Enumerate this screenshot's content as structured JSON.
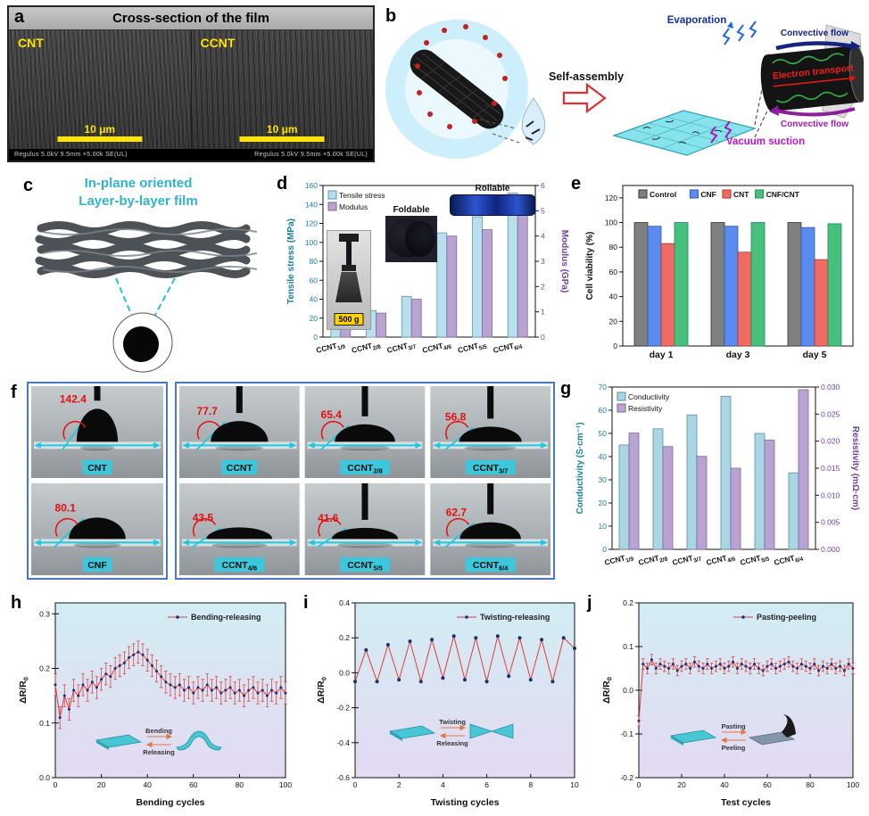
{
  "panel_labels": {
    "a": "a",
    "b": "b",
    "c": "c",
    "d": "d",
    "e": "e",
    "f": "f",
    "g": "g",
    "h": "h",
    "i": "i",
    "j": "j"
  },
  "panels": {
    "a": {
      "title": "Cross-section of the film",
      "left_label": "CNT",
      "right_label": "CCNT",
      "scale_left": "10 μm",
      "scale_right": "10 μm",
      "meta_left": "Regulus 5.0kV 9.5mm ×5.00k SE(UL)",
      "meta_right": "Regulus 5.0kV 9.5mm ×5.00k SE(UL)"
    },
    "b": {
      "self_assembly": "Self-assembly",
      "evaporation": "Evaporation",
      "convective_top": "Convective flow",
      "electron_transport": "Electron transport",
      "convective_bottom": "Convective flow",
      "vacuum_suction": "Vacuum suction"
    },
    "c": {
      "title_line1": "In-plane oriented",
      "title_line2": "Layer-by-layer film"
    },
    "d_insets": {
      "foldable": "Foldable",
      "rollable": "Rollable",
      "weight": "500 g"
    },
    "f": {
      "cells_left": [
        {
          "label": "CNT",
          "sub": "",
          "angle": "142.4",
          "needle": true
        },
        {
          "label": "CNF",
          "sub": "",
          "angle": "80.1",
          "needle": false
        }
      ],
      "cells_right": [
        {
          "label": "CCNT",
          "sub": "",
          "angle": "77.7",
          "needle": true
        },
        {
          "label": "CCNT",
          "sub": "2/8",
          "angle": "65.4",
          "needle": true
        },
        {
          "label": "CCNT",
          "sub": "3/7",
          "angle": "56.8",
          "needle": true
        },
        {
          "label": "CCNT",
          "sub": "4/6",
          "angle": "43.5",
          "needle": false
        },
        {
          "label": "CCNT",
          "sub": "5/5",
          "angle": "41.6",
          "needle": true
        },
        {
          "label": "CCNT",
          "sub": "6/4",
          "angle": "62.7",
          "needle": true
        }
      ]
    }
  },
  "chart_data": [
    {
      "id": "d",
      "type": "bar",
      "categories": [
        {
          "base": "CCNT",
          "sub": "1/9"
        },
        {
          "base": "CCNT",
          "sub": "2/8"
        },
        {
          "base": "CCNT",
          "sub": "3/7"
        },
        {
          "base": "CCNT",
          "sub": "4/6"
        },
        {
          "base": "CCNT",
          "sub": "5/5"
        },
        {
          "base": "CCNT",
          "sub": "6/4"
        }
      ],
      "series": [
        {
          "name": "Tensile stress",
          "axis": "left",
          "color": "#b7e0ec",
          "edge": "#5d96ad",
          "values": [
            15,
            28,
            43,
            110,
            127,
            152
          ]
        },
        {
          "name": "Modulus",
          "axis": "right",
          "color": "#b9a3d0",
          "edge": "#7e66a0",
          "values": [
            0.55,
            0.95,
            1.5,
            4.0,
            4.25,
            5.5
          ]
        }
      ],
      "left_axis": {
        "label": "Tensile stress (MPa)",
        "min": 0,
        "max": 160,
        "step": 20,
        "decimals": 0,
        "color": "#17809c"
      },
      "right_axis": {
        "label": "Modulus (GPa)",
        "min": 0,
        "max": 6,
        "step": 1,
        "decimals": 0,
        "color": "#6e3fa3"
      }
    },
    {
      "id": "e",
      "type": "bar",
      "categories": [
        "day 1",
        "day 3",
        "day 5"
      ],
      "series": [
        {
          "name": "Control",
          "color": "#808080",
          "edge": "#333333",
          "values": [
            100,
            100,
            100
          ]
        },
        {
          "name": "CNF",
          "color": "#5b8bee",
          "edge": "#2d55b0",
          "values": [
            97,
            97,
            96
          ]
        },
        {
          "name": "CNT",
          "color": "#ef6b63",
          "edge": "#b03028",
          "values": [
            83,
            76,
            70
          ]
        },
        {
          "name": "CNF/CNT",
          "color": "#46c07c",
          "edge": "#1d8c50",
          "values": [
            100,
            100,
            99
          ]
        }
      ],
      "left_axis": {
        "label": "Cell viability (%)",
        "min": 0,
        "max": 130,
        "ticks": [
          0,
          20,
          40,
          60,
          80,
          100,
          120
        ],
        "decimals": 0,
        "color": "#111111"
      }
    },
    {
      "id": "g",
      "type": "bar",
      "categories": [
        {
          "base": "CCNT",
          "sub": "1/9"
        },
        {
          "base": "CCNT",
          "sub": "2/8"
        },
        {
          "base": "CCNT",
          "sub": "3/7"
        },
        {
          "base": "CCNT",
          "sub": "4/6"
        },
        {
          "base": "CCNT",
          "sub": "5/5"
        },
        {
          "base": "CCNT",
          "sub": "6/4"
        }
      ],
      "series": [
        {
          "name": "Conductivity",
          "axis": "left",
          "color": "#a9d6e2",
          "edge": "#5a8fa5",
          "values": [
            45,
            52,
            58,
            66,
            50,
            33
          ]
        },
        {
          "name": "Resistivity",
          "axis": "right",
          "color": "#b9a3d0",
          "edge": "#7e66a0",
          "values": [
            0.0215,
            0.019,
            0.0172,
            0.015,
            0.0202,
            0.0295
          ]
        }
      ],
      "left_axis": {
        "label": "Conductivity (S·cm⁻¹)",
        "min": 0,
        "max": 70,
        "step": 10,
        "decimals": 0,
        "color": "#17809c"
      },
      "right_axis": {
        "label": "Resistivity (mΩ·cm)",
        "min": 0,
        "max": 0.03,
        "step": 0.005,
        "decimals": 3,
        "color": "#6e3fa3"
      }
    },
    {
      "id": "h",
      "type": "line",
      "legend": "Bending-releasing",
      "xlabel": "Bending cycles",
      "ylabel_main": "ΔR/R",
      "ylabel_sub": "0",
      "x_axis": {
        "min": 0,
        "max": 100,
        "step": 20,
        "decimals": 0
      },
      "y_axis": {
        "min": 0,
        "max": 0.32,
        "ticks": [
          0,
          0.1,
          0.2,
          0.3
        ],
        "decimals": 1
      },
      "err": 0.02,
      "inset_labels": [
        "Bending",
        "Releasing"
      ],
      "x": [
        0,
        2,
        4,
        6,
        8,
        10,
        12,
        14,
        16,
        18,
        20,
        22,
        24,
        26,
        28,
        30,
        32,
        34,
        36,
        38,
        40,
        42,
        44,
        46,
        48,
        50,
        52,
        54,
        56,
        58,
        60,
        62,
        64,
        66,
        68,
        70,
        72,
        74,
        76,
        78,
        80,
        82,
        84,
        86,
        88,
        90,
        92,
        94,
        96,
        98,
        100
      ],
      "y": [
        0.17,
        0.11,
        0.15,
        0.125,
        0.16,
        0.15,
        0.17,
        0.16,
        0.175,
        0.165,
        0.18,
        0.19,
        0.185,
        0.2,
        0.205,
        0.21,
        0.22,
        0.225,
        0.23,
        0.225,
        0.215,
        0.205,
        0.195,
        0.185,
        0.175,
        0.17,
        0.165,
        0.17,
        0.16,
        0.165,
        0.155,
        0.165,
        0.16,
        0.17,
        0.16,
        0.165,
        0.155,
        0.16,
        0.165,
        0.155,
        0.16,
        0.15,
        0.16,
        0.165,
        0.155,
        0.16,
        0.15,
        0.16,
        0.155,
        0.165,
        0.155
      ]
    },
    {
      "id": "i",
      "type": "line",
      "legend": "Twisting-releasing",
      "xlabel": "Twisting cycles",
      "ylabel_main": "ΔR/R",
      "ylabel_sub": "0",
      "x_axis": {
        "min": 0,
        "max": 10,
        "step": 2,
        "decimals": 0
      },
      "y_axis": {
        "min": -0.6,
        "max": 0.4,
        "step": 0.2,
        "decimals": 1
      },
      "err": 0,
      "inset_labels": [
        "Twisting",
        "Releasing"
      ],
      "x": [
        0,
        0.5,
        1,
        1.5,
        2,
        2.5,
        3,
        3.5,
        4,
        4.5,
        5,
        5.5,
        6,
        6.5,
        7,
        7.5,
        8,
        8.5,
        9,
        9.5,
        10
      ],
      "y": [
        -0.05,
        0.13,
        -0.05,
        0.16,
        -0.04,
        0.18,
        -0.05,
        0.19,
        -0.03,
        0.21,
        -0.04,
        0.2,
        -0.05,
        0.21,
        -0.02,
        0.2,
        -0.04,
        0.19,
        -0.05,
        0.2,
        0.14
      ]
    },
    {
      "id": "j",
      "type": "line",
      "legend": "Pasting-peeling",
      "xlabel": "Test cycles",
      "ylabel_main": "ΔR/R",
      "ylabel_sub": "0",
      "x_axis": {
        "min": 0,
        "max": 100,
        "step": 20,
        "decimals": 0
      },
      "y_axis": {
        "min": -0.2,
        "max": 0.2,
        "step": 0.1,
        "decimals": 1
      },
      "err": 0.012,
      "inset_labels": [
        "Pasting",
        "Peeling"
      ],
      "x": [
        0,
        2,
        4,
        6,
        8,
        10,
        12,
        14,
        16,
        18,
        20,
        22,
        24,
        26,
        28,
        30,
        32,
        34,
        36,
        38,
        40,
        42,
        44,
        46,
        48,
        50,
        52,
        54,
        56,
        58,
        60,
        62,
        64,
        66,
        68,
        70,
        72,
        74,
        76,
        78,
        80,
        82,
        84,
        86,
        88,
        90,
        92,
        94,
        96,
        98,
        100
      ],
      "y": [
        -0.07,
        0.06,
        0.05,
        0.07,
        0.05,
        0.06,
        0.055,
        0.05,
        0.06,
        0.045,
        0.055,
        0.06,
        0.05,
        0.065,
        0.055,
        0.05,
        0.06,
        0.05,
        0.055,
        0.06,
        0.05,
        0.055,
        0.065,
        0.05,
        0.06,
        0.055,
        0.05,
        0.06,
        0.05,
        0.045,
        0.055,
        0.06,
        0.05,
        0.055,
        0.06,
        0.065,
        0.055,
        0.05,
        0.06,
        0.055,
        0.05,
        0.06,
        0.045,
        0.055,
        0.05,
        0.06,
        0.05,
        0.055,
        0.045,
        0.06,
        0.05
      ]
    }
  ]
}
